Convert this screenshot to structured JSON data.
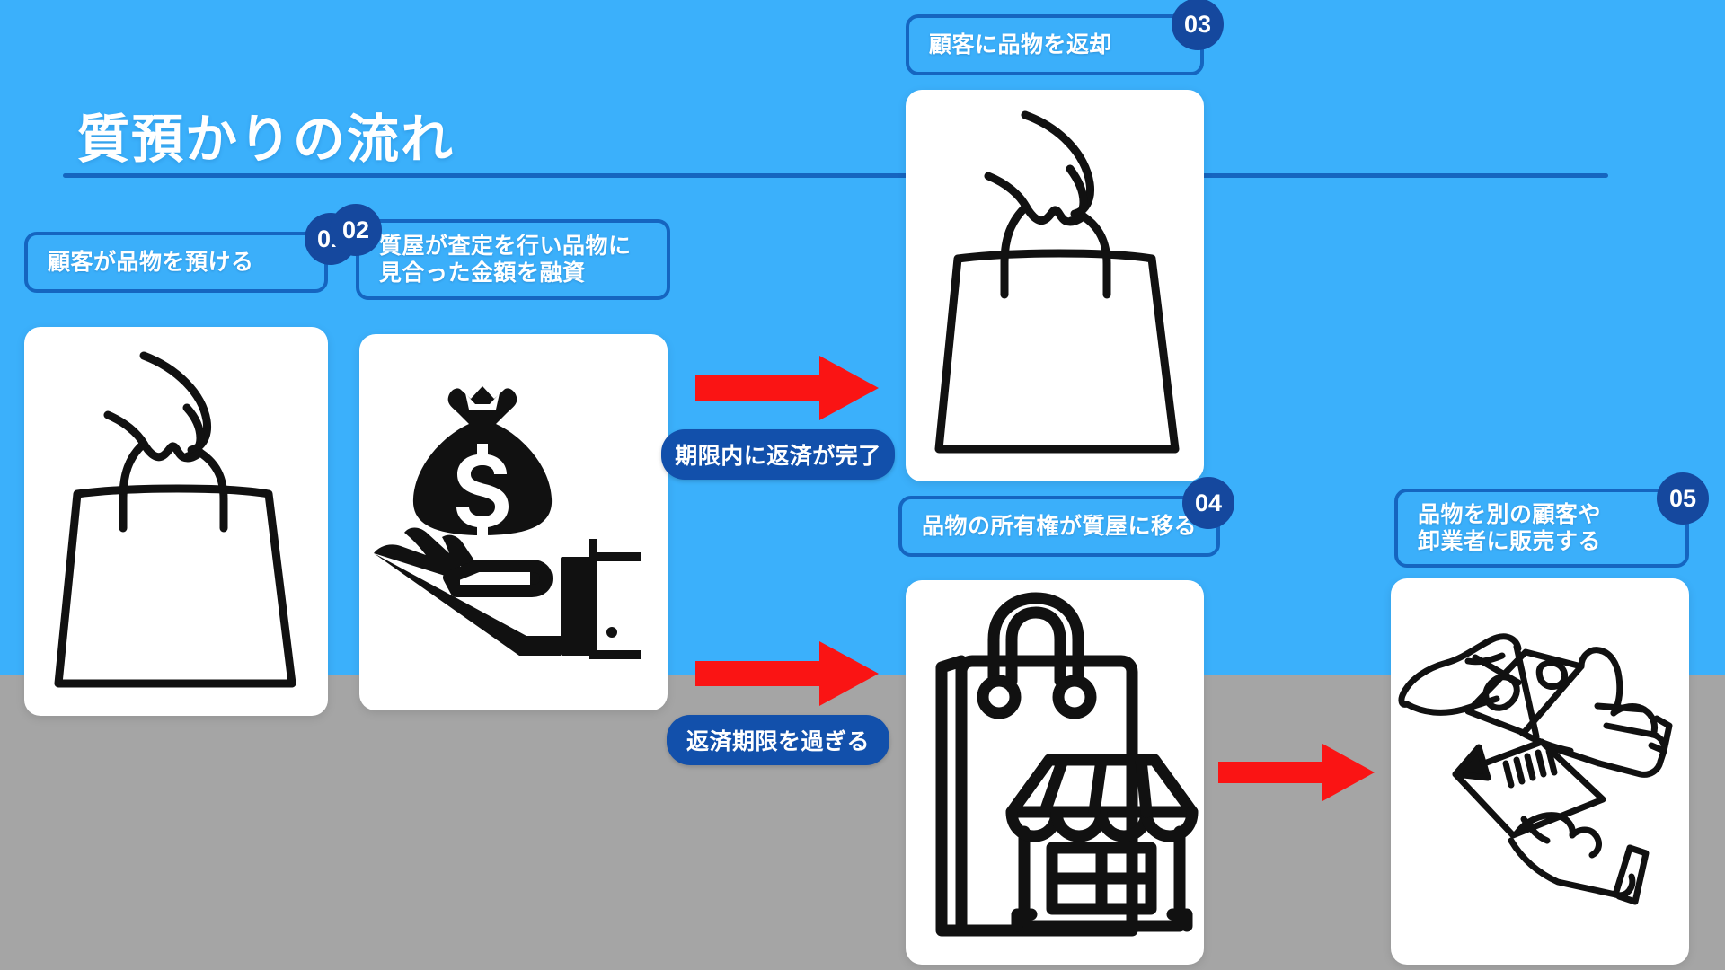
{
  "page": {
    "title": "質預かりの流れ",
    "colors": {
      "background_sky": "#3bb0fb",
      "background_floor": "#a5a5a5",
      "accent_dark_blue": "#1565c0",
      "badge_blue": "#1250ab",
      "number_circle_blue": "#15489e",
      "arrow_red": "#fa1414",
      "card_white": "#ffffff",
      "illustration_black": "#111111"
    }
  },
  "steps": [
    {
      "number": "01",
      "label": "顧客が品物を預ける",
      "illustration": "hand-holding-shopping-bag-icon"
    },
    {
      "number": "02",
      "label": "質屋が査定を行い品物に\n見合った金額を融資",
      "illustration": "money-bag-on-hand-icon"
    },
    {
      "number": "03",
      "label": "顧客に品物を返却",
      "illustration": "hand-holding-shopping-bag-icon"
    },
    {
      "number": "04",
      "label": "品物の所有権が質屋に移る",
      "illustration": "shopping-bag-with-shop-icon"
    },
    {
      "number": "05",
      "label": "品物を別の顧客や\n卸業者に販売する",
      "illustration": "hands-exchanging-money-icon"
    }
  ],
  "connectors": [
    {
      "label": "期限内に返済が完了",
      "branch": "top"
    },
    {
      "label": "返済期限を過ぎる",
      "branch": "bottom"
    }
  ],
  "arrows": [
    {
      "name": "arrow-to-step-03",
      "direction": "right"
    },
    {
      "name": "arrow-to-step-04",
      "direction": "right"
    },
    {
      "name": "arrow-to-step-05",
      "direction": "right"
    }
  ]
}
